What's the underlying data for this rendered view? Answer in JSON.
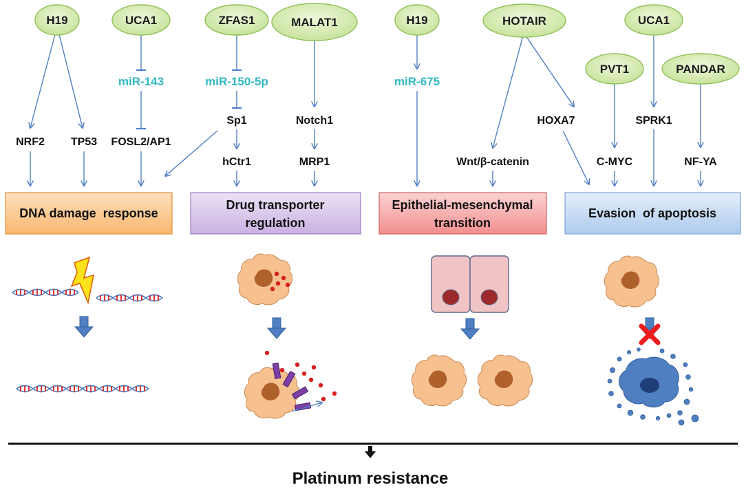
{
  "lncrnas": {
    "h19_a": "H19",
    "uca1_a": "UCA1",
    "zfas1": "ZFAS1",
    "malat1": "MALAT1",
    "h19_b": "H19",
    "hotair": "HOTAIR",
    "uca1_b": "UCA1",
    "pvt1": "PVT1",
    "pandar": "PANDAR"
  },
  "mirnas": {
    "mir143": "miR-143",
    "mir150": "miR-150-5p",
    "mir675": "miR-675"
  },
  "nodes": {
    "nrf2": "NRF2",
    "tp53": "TP53",
    "fosl2": "FOSL2/AP1",
    "sp1": "Sp1",
    "hctr1": "hCtr1",
    "notch1": "Notch1",
    "mrp1": "MRP1",
    "wnt": "Wnt/β-catenin",
    "hoxa7": "HOXA7",
    "cmyc": "C-MYC",
    "sprk1": "SPRK1",
    "nfya": "NF-YA"
  },
  "boxes": {
    "dna": "DNA damage  response",
    "drug_line1": "Drug transporter",
    "drug_line2": "regulation",
    "emt_line1": "Epithelial-mesenchymal",
    "emt_line2": "transition",
    "apop": "Evasion  of apoptosis"
  },
  "footer": {
    "title": "Platinum resistance"
  },
  "colors": {
    "ellipse_fill": "#d6ecb0",
    "ellipse_stroke": "#92c05a",
    "mirna_text": "#2eb8c4",
    "arrow": "#4f7fc1",
    "dna_box": "#fbc68e",
    "drug_box": "#d9c8eb",
    "emt_box": "#f7a8a8",
    "apop_box": "#c7dcf4",
    "cell": "#f6c08f",
    "nucleus": "#b0602a",
    "drug_dot": "#d81f1f",
    "transporter": "#7b3fa6",
    "epi_cell": "#f0c4c4",
    "epi_nucleus": "#9c2a2a",
    "apoptotic": "#4f7fc1",
    "block_x": "#ee1c1c"
  }
}
